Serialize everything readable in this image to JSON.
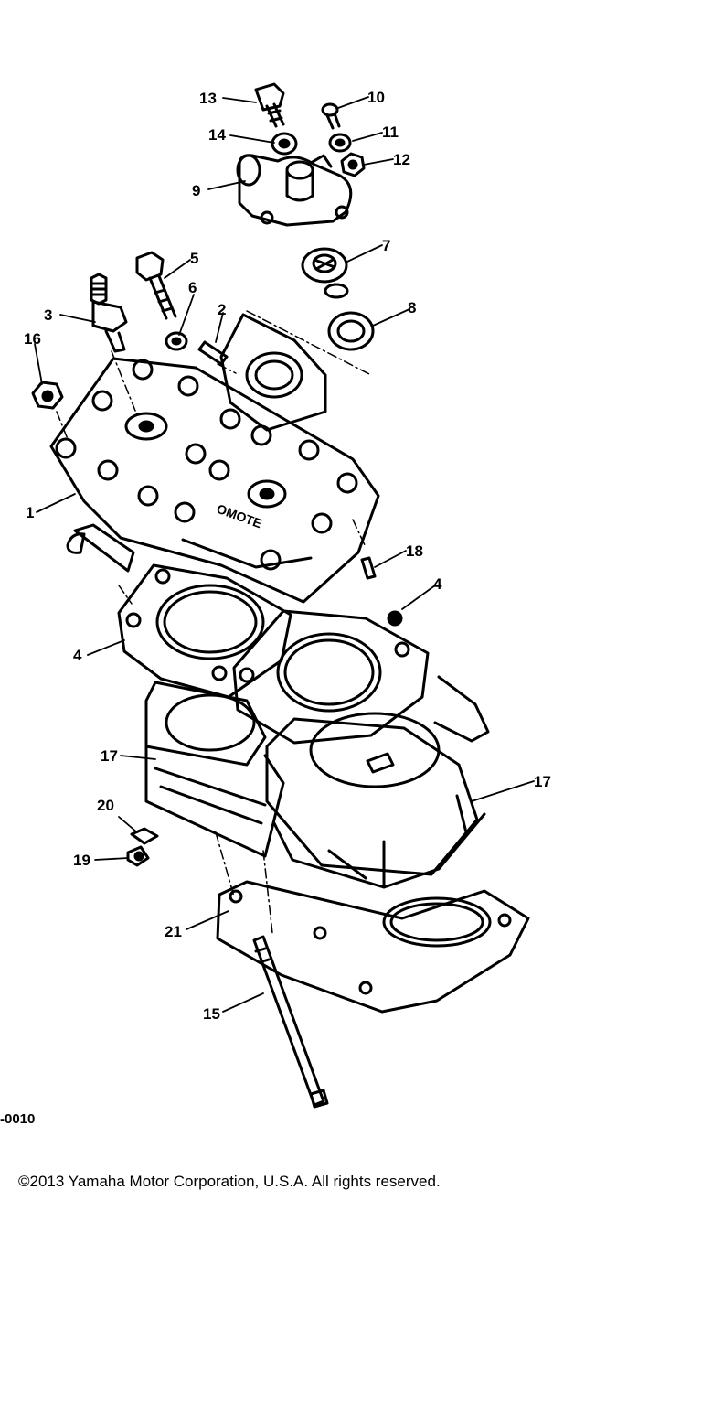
{
  "diagram": {
    "callouts": {
      "c1": "1",
      "c2": "2",
      "c3": "3",
      "c4a": "4",
      "c4b": "4",
      "c5": "5",
      "c6": "6",
      "c7": "7",
      "c8": "8",
      "c9": "9",
      "c10": "10",
      "c11": "11",
      "c12": "12",
      "c13": "13",
      "c14": "14",
      "c15": "15",
      "c16": "16",
      "c17a": "17",
      "c17b": "17",
      "c18": "18",
      "c19": "19",
      "c20": "20",
      "c21": "21"
    },
    "figure_code": "-0010",
    "head_marking": "OMOTE"
  },
  "footer": {
    "copyright": "©2013 Yamaha Motor Corporation, U.S.A. All rights reserved."
  }
}
